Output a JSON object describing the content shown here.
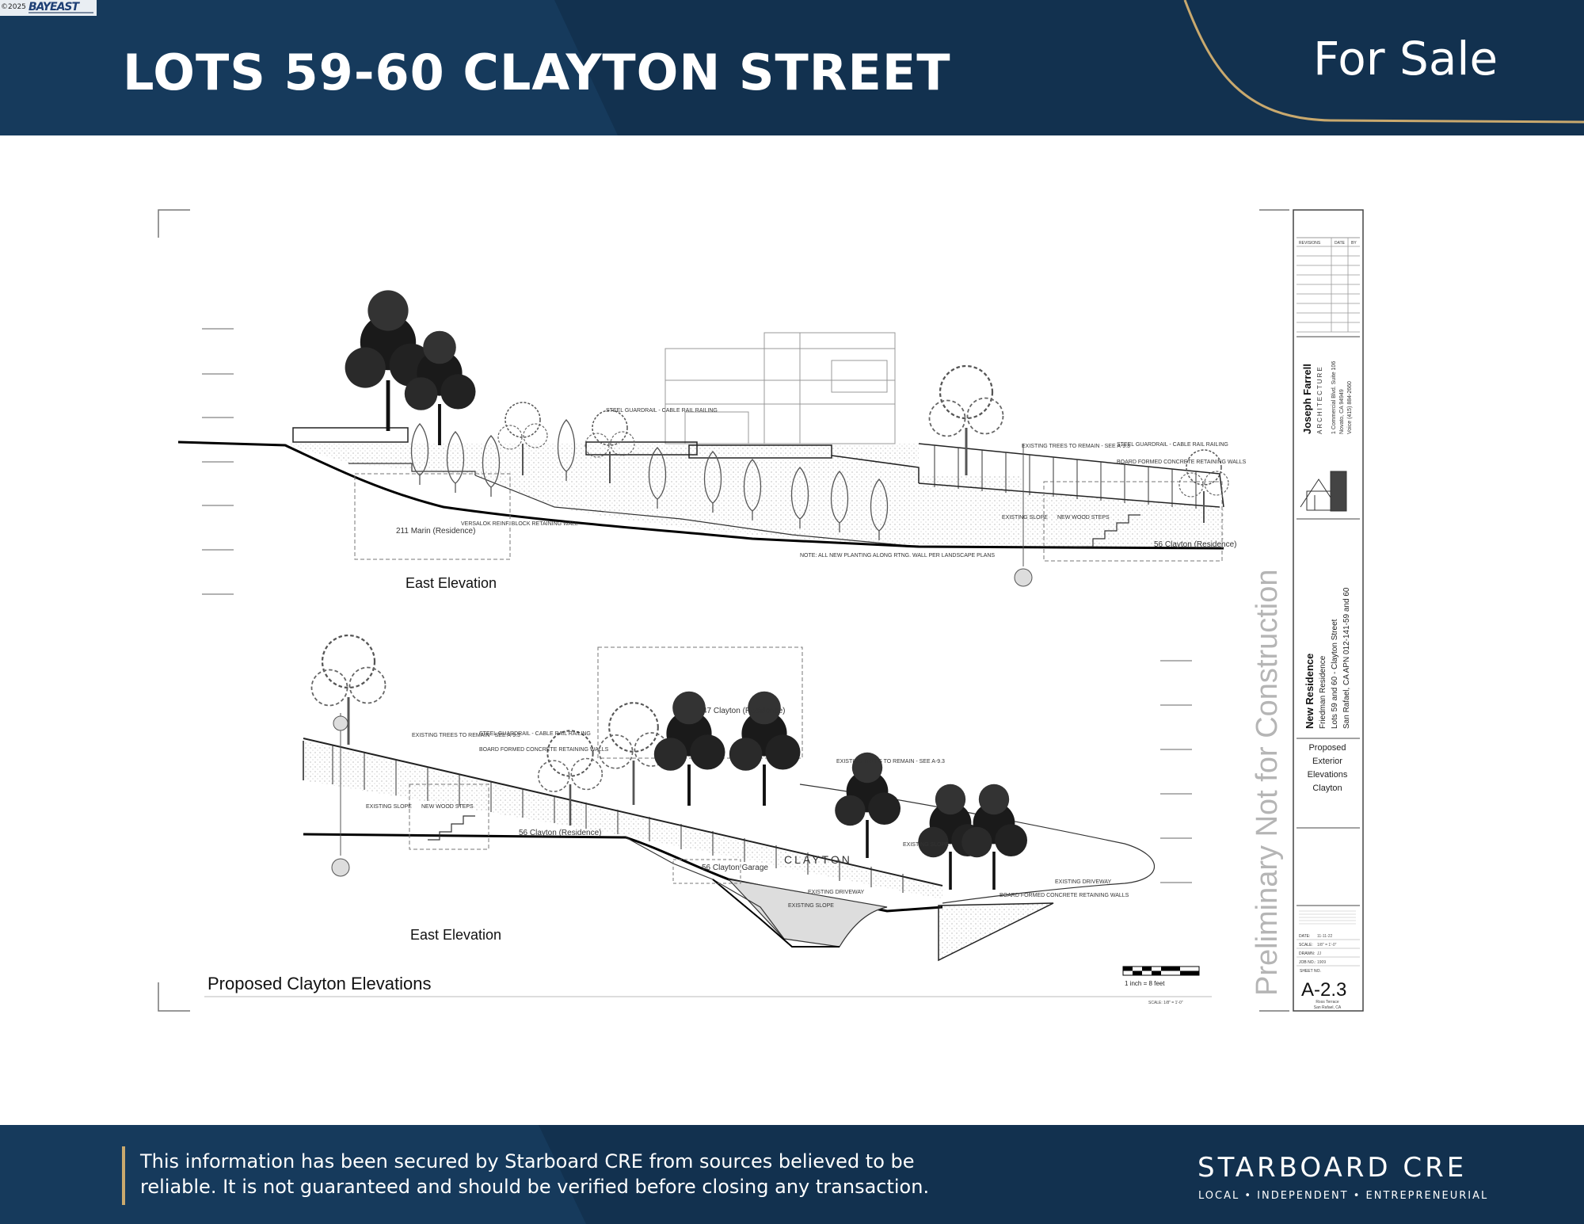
{
  "logo": {
    "copyright": "©2025",
    "mark": "BAYEAST"
  },
  "header": {
    "title": "LOTS 59-60 CLAYTON STREET",
    "status": "For Sale"
  },
  "drawing": {
    "sheet_title": "Proposed Clayton Elevations",
    "watermark": "Preliminary  Not for Construction",
    "upper": {
      "label": "East Elevation",
      "notes": [
        "211 Marin (Residence)",
        "VERSALOK REINF. BLOCK RETAINING WALL",
        "STEEL GUARDRAIL - CABLE RAIL RAILING",
        "EXISTING TREES TO REMAIN - SEE A-9.3",
        "STEEL GUARDRAIL - CABLE RAIL RAILING",
        "BOARD FORMED CONCRETE RETAINING WALLS",
        "EXISTING SLOPE",
        "NEW WOOD STEPS",
        "56 Clayton (Residence)",
        "NOTE: ALL NEW PLANTING ALONG RTNG. WALL PER LANDSCAPE PLANS"
      ]
    },
    "lower": {
      "label": "East Elevation",
      "notes": [
        "47 Clayton (Residence)",
        "EXISTING TREES TO REMAIN - SEE A-9.3",
        "STEEL GUARDRAIL - CABLE RAIL RAILING",
        "BOARD FORMED CONCRETE RETAINING WALLS",
        "EXISTING TREES TO REMAIN - SEE A-9.3",
        "EXISTING SLOPE",
        "NEW WOOD STEPS",
        "56 Clayton (Residence)",
        "CLAYTON",
        "56 Clayton Garage",
        "EXISTING SLOPE",
        "EXISTING DRIVEWAY",
        "EXISTING SLOPE",
        "BOARD FORMED CONCRETE RETAINING WALLS",
        "EXISTING DRIVEWAY"
      ]
    },
    "scale_bar": "1 inch = 8 feet",
    "scale_note": "SCALE: 1/8\" = 1'-0\"",
    "title_block": {
      "revisions_header": [
        "REVISIONS",
        "DATE",
        "BY"
      ],
      "architect_name": "Joseph Farrell",
      "architect_sub": "ARCHITECTURE",
      "address_1": "1 Commercial Blvd. Suite 106",
      "address_2": "Novato, CA 94949",
      "phone": "Voice (415) 884-2660",
      "project_title": "New Residence",
      "project_client": "Friedman Residence",
      "project_lots": "Lots 59 and 60 - Clayton Street",
      "project_apn": "San Rafael, CA  APN 012-141-59 and 60",
      "sheet_description": [
        "Proposed",
        "Exterior",
        "Elevations",
        "Clayton"
      ],
      "date": "11-11-22",
      "scale": "1/8\" = 1'-0\"",
      "drawn": "JJ",
      "job_no": "1909",
      "sheet_no_label": "SHEET NO.",
      "sheet_no": "A-2.3",
      "location_1": "Ross Terrace",
      "location_2": "San Rafael, CA"
    }
  },
  "footer": {
    "disclaimer_line1": "This information has been secured by Starboard CRE from sources believed to be",
    "disclaimer_line2": "reliable. It is not guaranteed and should be verified before closing any transaction.",
    "brand": "STARBOARD CRE",
    "tagline": "LOCAL • INDEPENDENT • ENTREPRENEURIAL"
  }
}
